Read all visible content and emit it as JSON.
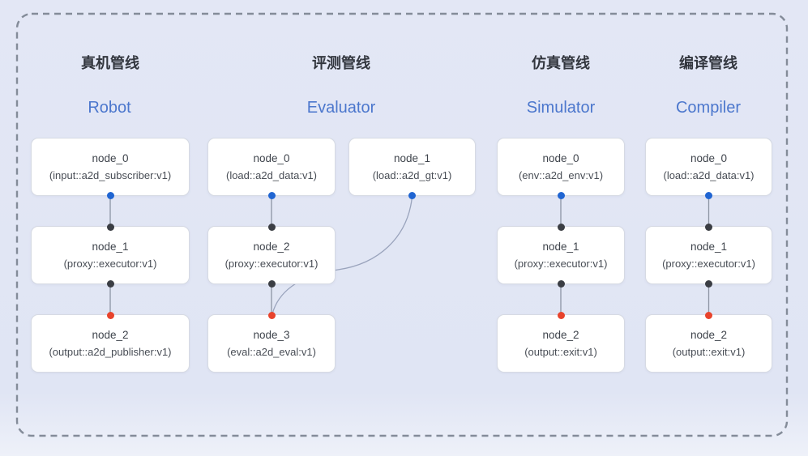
{
  "colors": {
    "background": "#e2e7f5",
    "dashed_border": "#848c99",
    "card_background": "#ffffff",
    "card_border": "#d6dae3",
    "title_zh": "#32363e",
    "title_en": "#4c77cd",
    "node_text": "#3f444c",
    "connector": "#8d95a4",
    "port_blue": "#2065d2",
    "port_black": "#3b3e44",
    "port_red": "#e8432c"
  },
  "pipelines": [
    {
      "title_zh": "真机管线",
      "title_en": "Robot",
      "nodes": [
        {
          "name": "node_0",
          "impl": "(input::a2d_subscriber:v1)"
        },
        {
          "name": "node_1",
          "impl": "(proxy::executor:v1)"
        },
        {
          "name": "node_2",
          "impl": "(output::a2d_publisher:v1)"
        }
      ]
    },
    {
      "title_zh": "评测管线",
      "title_en": "Evaluator",
      "nodes": [
        {
          "name": "node_0",
          "impl": "(load::a2d_data:v1)"
        },
        {
          "name": "node_1",
          "impl": "(load::a2d_gt:v1)"
        },
        {
          "name": "node_2",
          "impl": "(proxy::executor:v1)"
        },
        {
          "name": "node_3",
          "impl": "(eval::a2d_eval:v1)"
        }
      ]
    },
    {
      "title_zh": "仿真管线",
      "title_en": "Simulator",
      "nodes": [
        {
          "name": "node_0",
          "impl": "(env::a2d_env:v1)"
        },
        {
          "name": "node_1",
          "impl": "(proxy::executor:v1)"
        },
        {
          "name": "node_2",
          "impl": "(output::exit:v1)"
        }
      ]
    },
    {
      "title_zh": "编译管线",
      "title_en": "Compiler",
      "nodes": [
        {
          "name": "node_0",
          "impl": "(load::a2d_data:v1)"
        },
        {
          "name": "node_1",
          "impl": "(proxy::executor:v1)"
        },
        {
          "name": "node_2",
          "impl": "(output::exit:v1)"
        }
      ]
    }
  ]
}
